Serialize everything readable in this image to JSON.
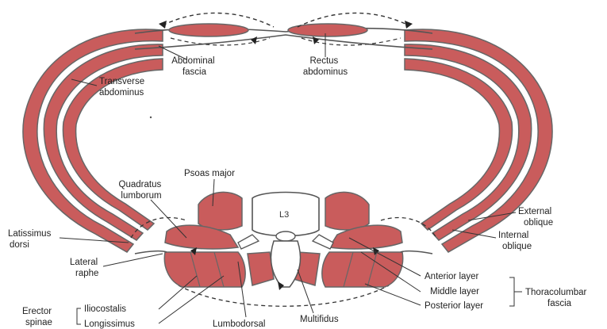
{
  "colors": {
    "muscle": "#c95c5c",
    "muscle_dark": "#a84646",
    "fascia": "#666666",
    "line": "#333333",
    "bone": "#ffffff"
  },
  "labels": {
    "abdominal_fascia": [
      "Abdominal",
      "fascia"
    ],
    "rectus_abdominus": [
      "Rectus",
      "abdominus"
    ],
    "transverse_abdominus": [
      "Transverse",
      "abdominus"
    ],
    "psoas_major": "Psoas major",
    "quadratus_lumborum": [
      "Quadratus",
      "lumborum"
    ],
    "l3": "L3",
    "latissimus_dorsi": [
      "Latissimus",
      "dorsi"
    ],
    "lateral_raphe": [
      "Lateral",
      "raphe"
    ],
    "erector_spinae": [
      "Erector",
      "spinae"
    ],
    "iliocostalis": "Iliocostalis",
    "longissimus": "Longissimus",
    "lumbodorsal": "Lumbodorsal",
    "multifidus": "Multifidus",
    "external_oblique": [
      "External",
      "oblique"
    ],
    "internal_oblique": [
      "Internal",
      "oblique"
    ],
    "anterior_layer": "Anterior layer",
    "middle_layer": "Middle layer",
    "posterior_layer": "Posterior layer",
    "thoracolumbar_fascia": [
      "Thoracolumbar",
      "fascia"
    ]
  }
}
